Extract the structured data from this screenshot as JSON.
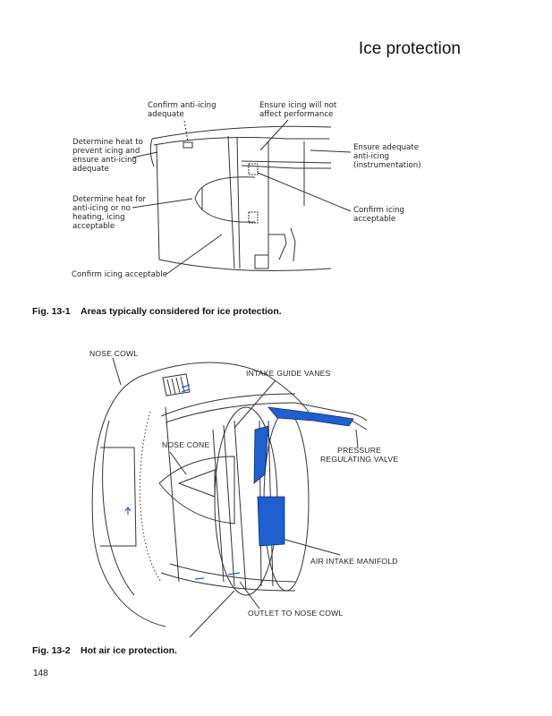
{
  "header": {
    "title": "Ice protection"
  },
  "figure1": {
    "number": "Fig. 13-1",
    "caption": "Areas typically considered for ice protection.",
    "labels": {
      "confirm_anti_icing": "Confirm anti-icing\nadequate",
      "ensure_icing_performance": "Ensure icing will not\naffect performance",
      "determine_heat_prevent": "Determine heat to\nprevent icing and\nensure anti-icing\nadequate",
      "ensure_adequate_anti_icing": "Ensure adequate\nanti-icing\n(instrumentation)",
      "determine_heat_anti_icing": "Determine heat for\nanti-icing or no\nheating, icing\nacceptable",
      "confirm_icing_acceptable_right": "Confirm icing\nacceptable",
      "confirm_icing_acceptable_bottom": "Confirm icing acceptable"
    }
  },
  "figure2": {
    "number": "Fig. 13-2",
    "caption": "Hot air ice protection.",
    "highlight_color": "#1f5fcf",
    "labels": {
      "nose_cowl": "NOSE COWL",
      "intake_guide_vanes": "INTAKE GUIDE VANES",
      "nose_cone": "NOSE CONE",
      "pressure_regulating_valve": "PRESSURE\nREGULATING VALVE",
      "air_intake_manifold": "AIR INTAKE MANIFOLD",
      "outlet_to_nose_cowl": "OUTLET TO NOSE COWL"
    }
  },
  "footer": {
    "page_number": "148"
  }
}
